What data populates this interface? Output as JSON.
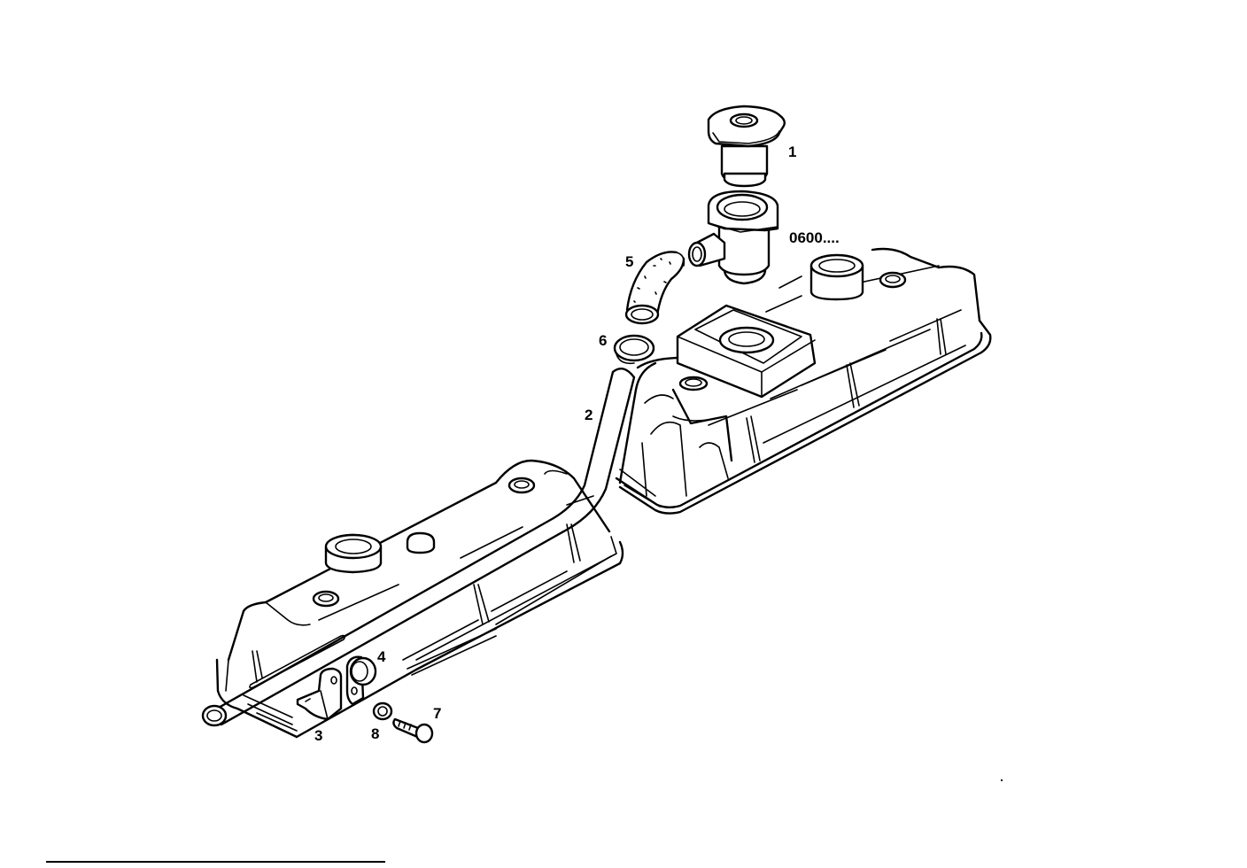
{
  "diagram": {
    "type": "exploded-parts-diagram",
    "subject": "Valve covers with oil filler cap and breather pipe",
    "colors": {
      "line": "#000000",
      "background": "#ffffff"
    },
    "callouts": [
      {
        "id": "1",
        "label": "1",
        "part": "filler-cap"
      },
      {
        "id": "0600",
        "label": "0600....",
        "part": "filler-neck"
      },
      {
        "id": "5",
        "label": "5",
        "part": "hose"
      },
      {
        "id": "6",
        "label": "6",
        "part": "hose-clamp"
      },
      {
        "id": "2",
        "label": "2",
        "part": "breather-pipe"
      },
      {
        "id": "4",
        "label": "4",
        "part": "pipe-clip"
      },
      {
        "id": "3",
        "label": "3",
        "part": "bracket"
      },
      {
        "id": "8",
        "label": "8",
        "part": "washer"
      },
      {
        "id": "7",
        "label": "7",
        "part": "bolt"
      }
    ]
  }
}
